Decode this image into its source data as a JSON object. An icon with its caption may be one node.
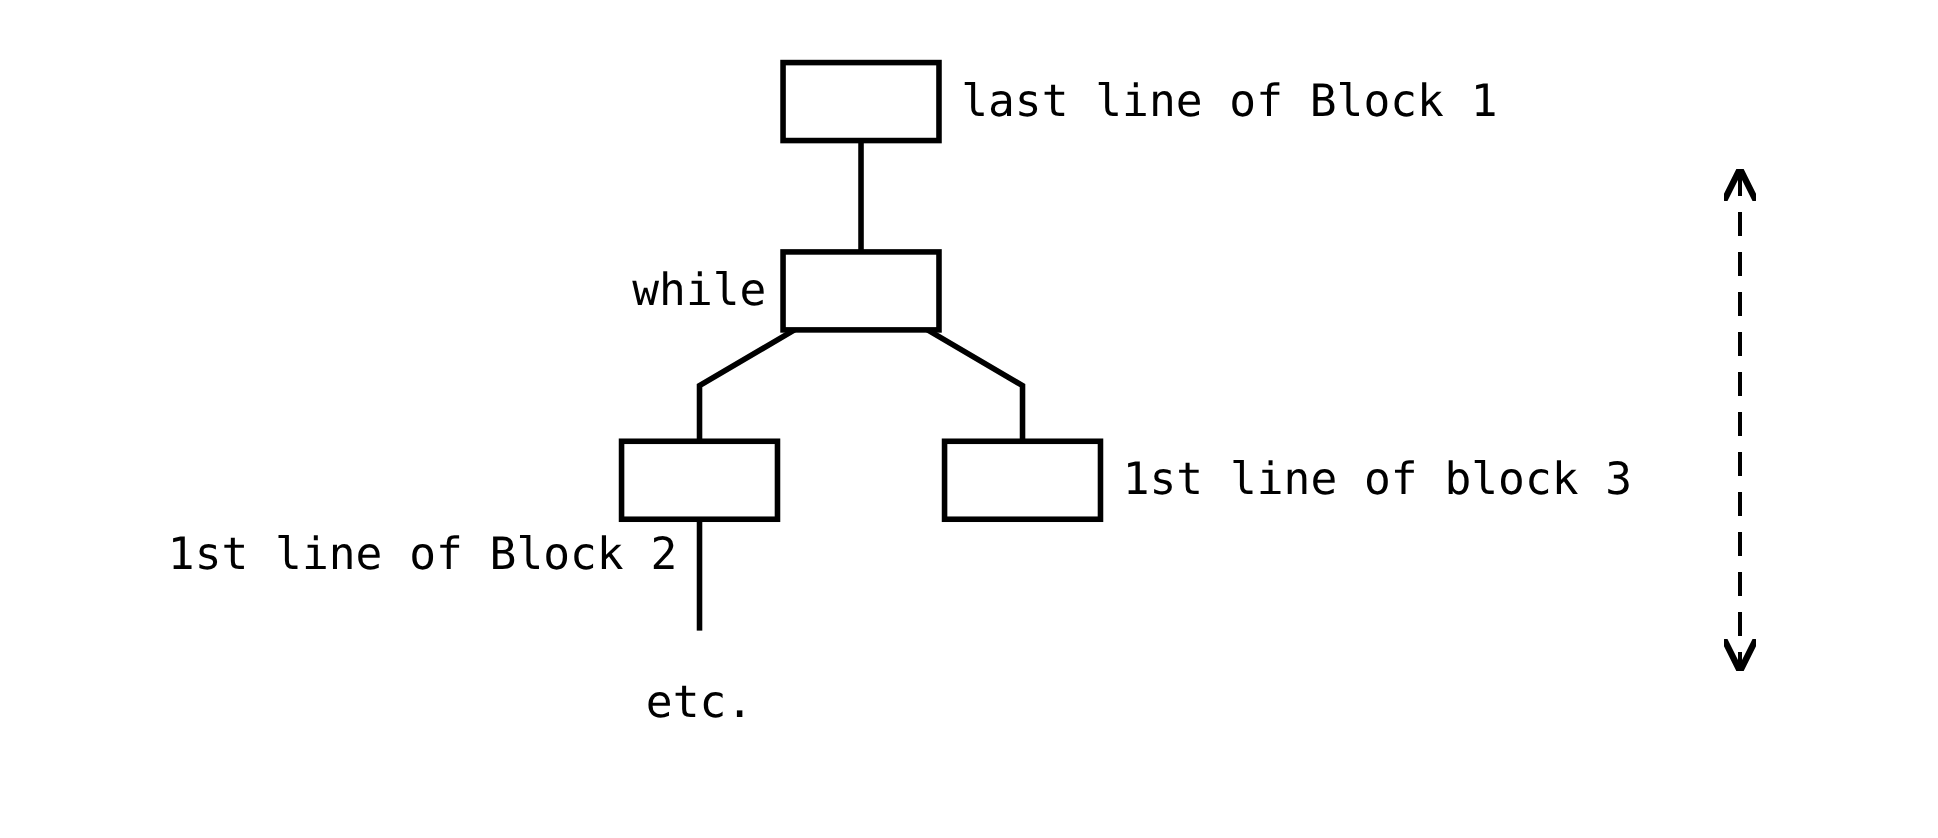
{
  "diagram": {
    "nodes": [
      {
        "text": [],
        "shape": "box",
        "beside": [
          "last line of Block 1"
        ]
      },
      {
        "text": [],
        "shape": "box",
        "beside": [
          "while"
        ]
      },
      {
        "text": [],
        "shape": "box",
        "beside": [
          "1st line of Block 2"
        ]
      },
      {
        "text": [],
        "shape": "box",
        "beside": [
          "1st line of block 3"
        ]
      },
      {
        "text": [
          "etc."
        ]
      }
    ],
    "edges": [
      {
        "from": 0,
        "to": 1,
        "arrow": "none"
      },
      {
        "from": 1,
        "to": 2,
        "arrow": "none"
      },
      {
        "from": 1,
        "to": 3,
        "arrow": "none"
      },
      {
        "from": 2,
        "to": 4,
        "arrow": "none"
      }
    ]
  }
}
